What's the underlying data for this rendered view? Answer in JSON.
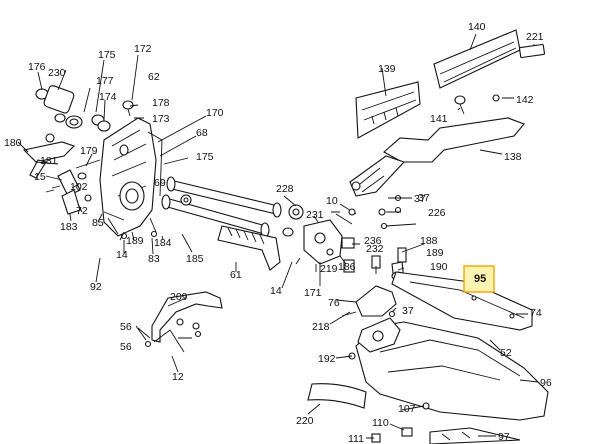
{
  "diagram": {
    "highlight_color": "#f2a400",
    "highlight_fill": "#fbf4b0",
    "highlighted_part": "95",
    "part_numbers": [
      "176",
      "230",
      "175",
      "172",
      "177",
      "62",
      "174",
      "178",
      "173",
      "170",
      "180",
      "68",
      "181",
      "179",
      "175",
      "15",
      "102",
      "69",
      "72",
      "183",
      "85",
      "189",
      "14",
      "83",
      "184",
      "185",
      "61",
      "228",
      "231",
      "10",
      "226",
      "37",
      "188",
      "236",
      "232",
      "189",
      "219",
      "186",
      "171",
      "190",
      "139",
      "140",
      "221",
      "142",
      "141",
      "138",
      "37",
      "14",
      "95",
      "92",
      "76",
      "209",
      "56",
      "12",
      "218",
      "74",
      "52",
      "37",
      "56",
      "192",
      "96",
      "220",
      "107",
      "110",
      "111",
      "97"
    ]
  }
}
